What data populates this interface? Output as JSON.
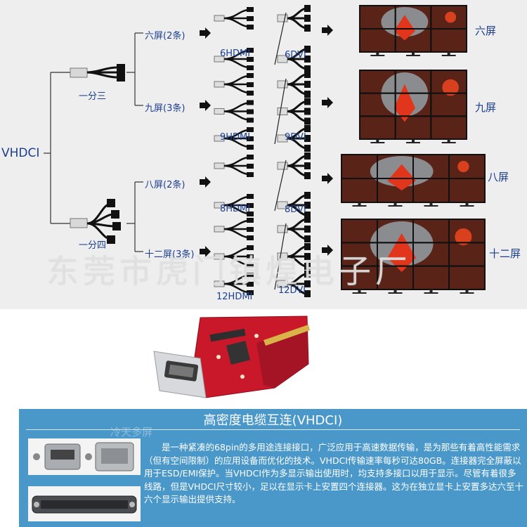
{
  "root_label": "VHDCI",
  "splitters": [
    {
      "label": "一分三"
    },
    {
      "label": "一分四"
    }
  ],
  "configs": [
    {
      "name": "六屏(2条)",
      "hdmi": "6HDMI",
      "dvi": "6DVI",
      "screen": "六屏",
      "grid_rows": 2,
      "grid_cols": 3
    },
    {
      "name": "九屏(3条)",
      "hdmi": "9HDMI",
      "dvi": "9DVI",
      "screen": "九屏",
      "grid_rows": 3,
      "grid_cols": 3
    },
    {
      "name": "八屏(2条)",
      "hdmi": "8HDMI",
      "dvi": "8DVI",
      "screen": "八屏",
      "grid_rows": 2,
      "grid_cols": 4
    },
    {
      "name": "十二屏(3条)",
      "hdmi": "12HDMI",
      "dvi": "12DVI",
      "screen": "十二屏",
      "grid_rows": 3,
      "grid_cols": 4
    }
  ],
  "watermark": "东莞市虎门镇煌电子厂",
  "info": {
    "title": "高密度电缆互连(VHDCI)",
    "watermark": "冷天多屏",
    "paragraph": "是一种紧凑的68pin的多用途连接接口，广泛应用于高速数据传输，是为那些有着高性能需求（但有空间限制）的应用设备而优化的技术。VHDCI传输速率每秒可达80GB。连接器完全屏蔽以用于ESD/EMI保护。当VHDCI作为多显示输出使用时，均支持多接口以用于显示。尽管有着很多线路，但是VHDCI尺寸较小，足以在显示卡上安置四个连接器。这为在独立显卡上安置多达六至十六个显示输出提供支持。"
  },
  "colors": {
    "label": "#1c3f8f",
    "panel": "#4a97c9",
    "background": "#eeeeef",
    "card": "#c8182a"
  }
}
